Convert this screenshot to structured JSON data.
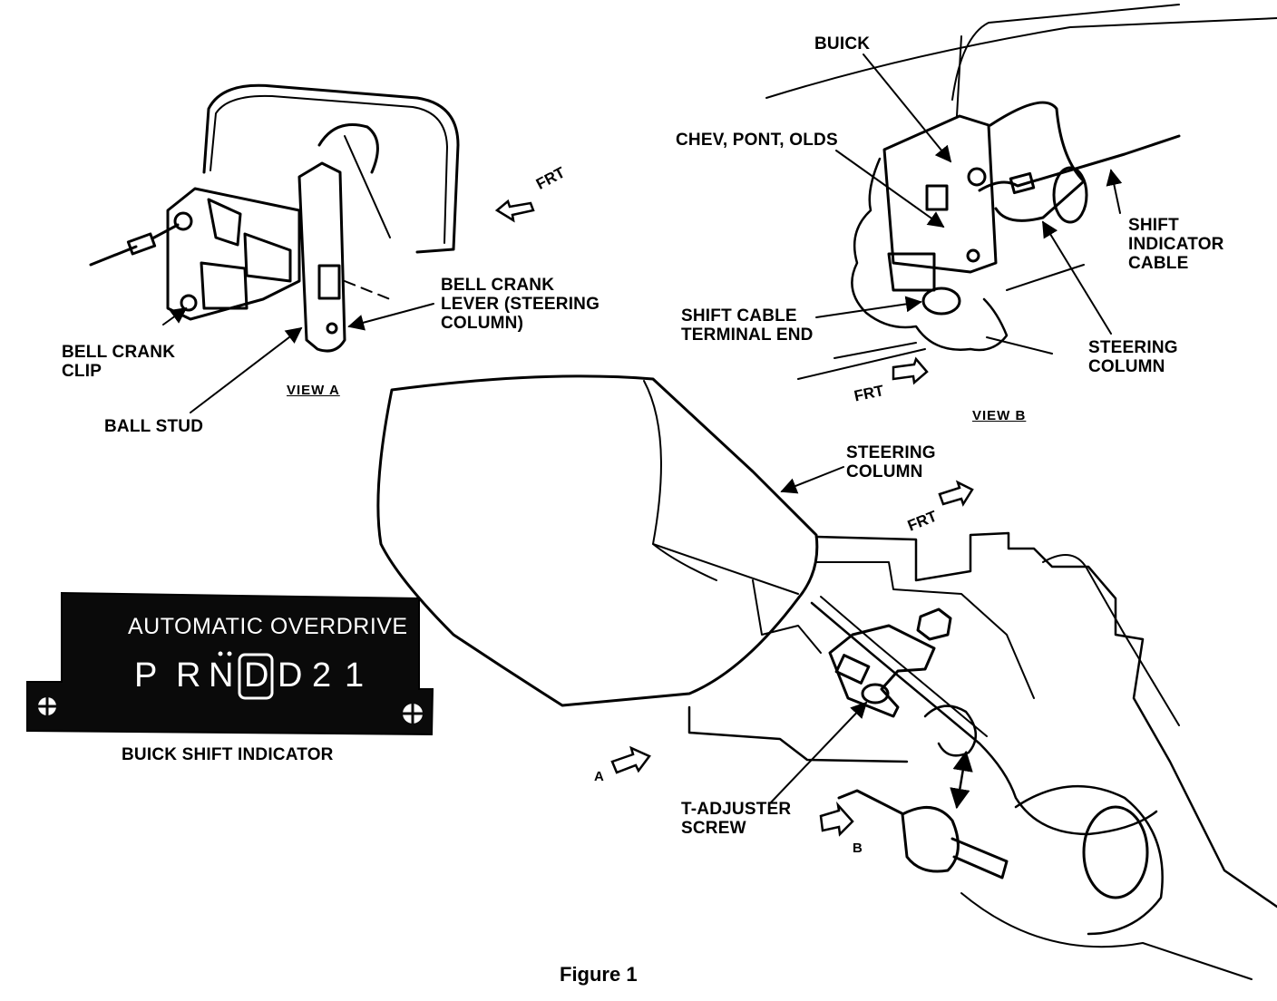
{
  "figure": {
    "caption": "Figure 1"
  },
  "view_a": {
    "title": "VIEW A",
    "labels": {
      "bell_crank_lever": "BELL CRANK\nLEVER (STEERING\nCOLUMN)",
      "bell_crank_clip": "BELL CRANK\nCLIP",
      "ball_stud": "BALL STUD",
      "frt": "FRT"
    }
  },
  "view_b": {
    "title": "VIEW B",
    "labels": {
      "buick": "BUICK",
      "chev_pont_olds": "CHEV, PONT, OLDS",
      "shift_indicator_cable": "SHIFT\nINDICATOR\nCABLE",
      "shift_cable_terminal_end": "SHIFT CABLE\nTERMINAL END",
      "steering_column": "STEERING\nCOLUMN",
      "frt": "FRT"
    }
  },
  "main_view": {
    "labels": {
      "steering_column": "STEERING\nCOLUMN",
      "frt": "FRT",
      "t_adjuster_screw": "T-ADJUSTER\nSCREW",
      "arrow_a": "A",
      "arrow_b": "B"
    }
  },
  "shift_indicator": {
    "top_text": "AUTOMATIC OVERDRIVE",
    "gears": [
      "P",
      "R",
      "N",
      "D",
      "D",
      "2",
      "1"
    ],
    "selected_gear_index": 3,
    "caption": "BUICK SHIFT INDICATOR"
  },
  "colors": {
    "ink": "#000000",
    "paper": "#ffffff",
    "plate": "#0a0a0a"
  }
}
